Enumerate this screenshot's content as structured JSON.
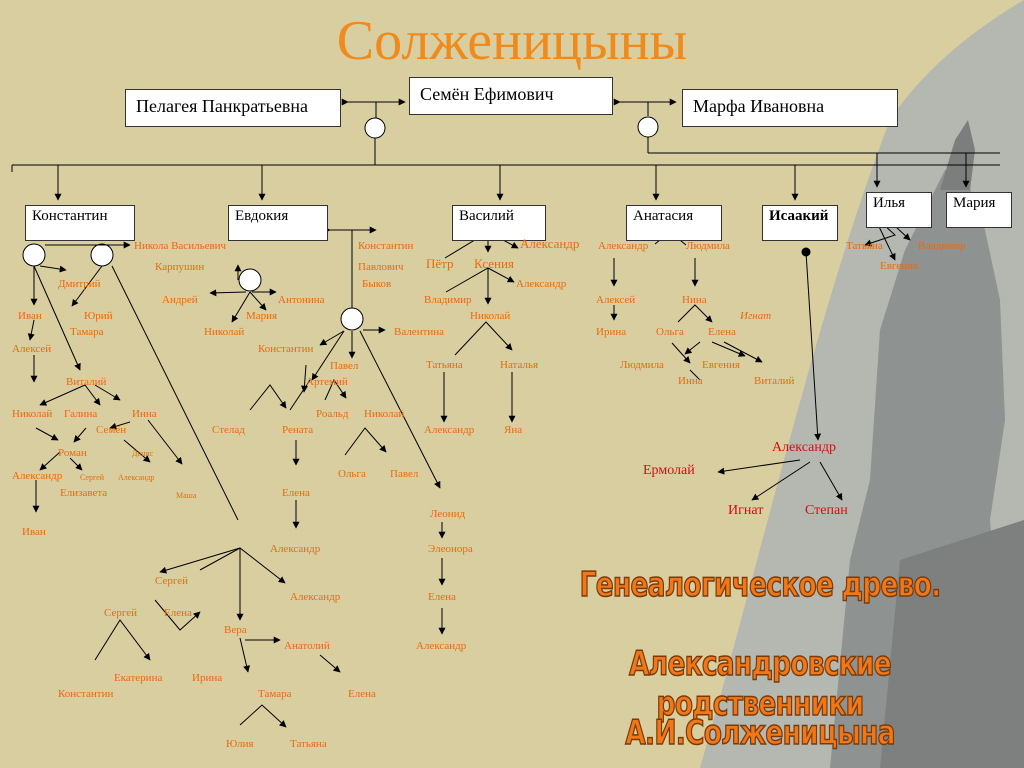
{
  "title": "Солженицыны",
  "colors": {
    "title": "#f08a1c",
    "names": "#e86a10",
    "red": "#d01010",
    "banner": "#f07818"
  },
  "boxes": {
    "semen": "Семён  Ефимович",
    "pelageya": "Пелагея Панкратьевна",
    "marfa": "Марфа Ивановна",
    "konstantin": "Константин",
    "evdokiya": "Евдокия",
    "vasiliy": "Василий",
    "anatasiya": "Анатасия",
    "isaakiy": "Исаакий",
    "ilya": "Илья",
    "mariya": "Мария"
  },
  "names": [
    "Никола Васильевич",
    "Карпушин",
    "Дмитрий",
    "Иван",
    "Юрий",
    "Тамара",
    "Алексей",
    "Виталий",
    "Николай",
    "Галина",
    "Инна",
    "Семён",
    "Денис",
    "Роман",
    "Александр",
    "Сергей",
    "Александр",
    "Елизавета",
    "Маша",
    "Иван",
    "Андрей",
    "Антонина",
    "Мария",
    "Николай",
    "Константин",
    "Павлович",
    "Быков",
    "Константин",
    "Павел",
    "Артемий",
    "Стелад",
    "Рената",
    "Роальд",
    "Николай",
    "Ольга",
    "Павел",
    "Елена",
    "Александр",
    "Сергей",
    "Александр",
    "Сергей",
    "Елена",
    "Вера",
    "Анатолий",
    "Екатерина",
    "Ирина",
    "Константин",
    "Тамара",
    "Елена",
    "Юлия",
    "Татьяна",
    "Александр",
    "Пётр",
    "Ксения",
    "Александр",
    "Владимир",
    "Николай",
    "Валентина",
    "Татьяна",
    "Наталья",
    "Александр",
    "Яна",
    "Леонид",
    "Элеонора",
    "Елена",
    "Александр",
    "Александр",
    "Людмила",
    "Алексей",
    "Нина",
    "Ирина",
    "Ольга",
    "Елена",
    "Игнат",
    "Людмила",
    "Евгения",
    "Инна",
    "Виталий",
    "Татьяна",
    "Владимир",
    "Евгения"
  ],
  "isaakiy_line": {
    "son": "Александр",
    "grandsons": [
      "Ермолай",
      "Игнат",
      "Степан"
    ]
  },
  "banner": [
    "Генеалогическое древо.",
    "Александровские родственники",
    "А.И.Солженицына"
  ]
}
